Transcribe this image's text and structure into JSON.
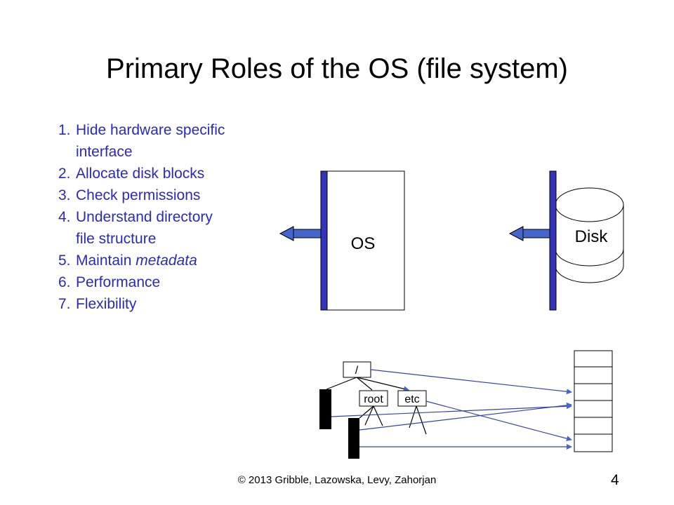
{
  "slide": {
    "title": "Primary Roles of the OS (file system)",
    "footer": "© 2013 Gribble, Lazowska, Levy, Zahorjan",
    "page_number": "4"
  },
  "roles": [
    {
      "num": "1.",
      "lines": [
        "Hide hardware specific",
        "interface"
      ]
    },
    {
      "num": "2.",
      "lines": [
        "Allocate disk blocks"
      ]
    },
    {
      "num": "3.",
      "lines": [
        "Check permissions"
      ]
    },
    {
      "num": "4.",
      "lines": [
        "Understand directory",
        "file structure"
      ]
    },
    {
      "num": "5.",
      "prefix": "Maintain ",
      "emph": "metadata"
    },
    {
      "num": "6.",
      "lines": [
        "Performance"
      ]
    },
    {
      "num": "7.",
      "lines": [
        "Flexibility"
      ]
    }
  ],
  "diagram": {
    "os_label": "OS",
    "disk_label": "Disk",
    "dir_root_label": "/",
    "dir_child_1_label": "root",
    "dir_child_2_label": "etc",
    "colors": {
      "accent": "#3333bb",
      "arrow": "#4466cc",
      "text": "#2a2ab8"
    }
  }
}
